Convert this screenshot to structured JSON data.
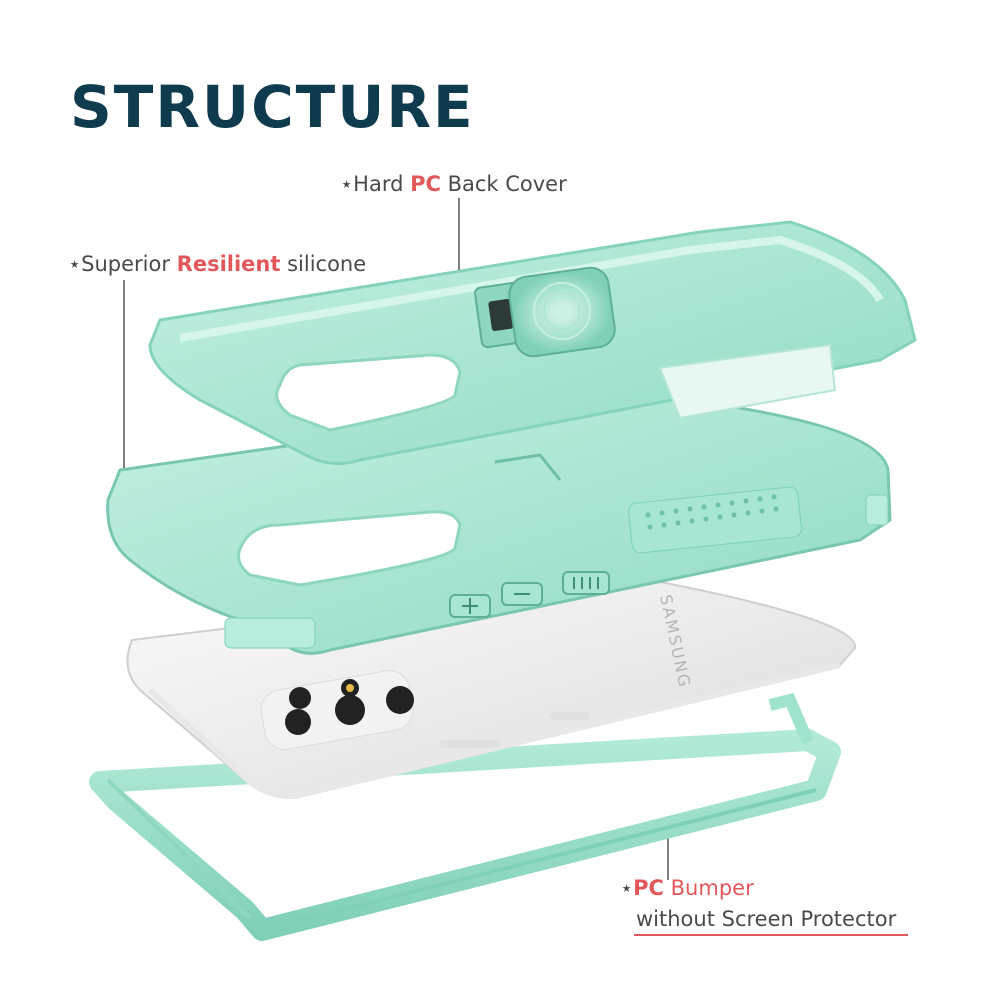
{
  "title": "STRUCTURE",
  "callouts": {
    "back_cover": {
      "star": "⋆",
      "pre": "Hard ",
      "highlight": "PC",
      "post": " Back Cover"
    },
    "silicone": {
      "star": "⋆",
      "pre": "Superior ",
      "highlight": "Resilient",
      "post": " silicone"
    },
    "bumper": {
      "star": "⋆",
      "highlight": "PC",
      "post": " Bumper",
      "line2": "without Screen Protector"
    }
  },
  "phone_brand": "SAMSUNG",
  "colors": {
    "title": "#0f3b4f",
    "highlight": "#e2575a",
    "mint": "#9fe3cf",
    "mint_dark": "#7fcfb9",
    "text": "#4a4a4a"
  }
}
